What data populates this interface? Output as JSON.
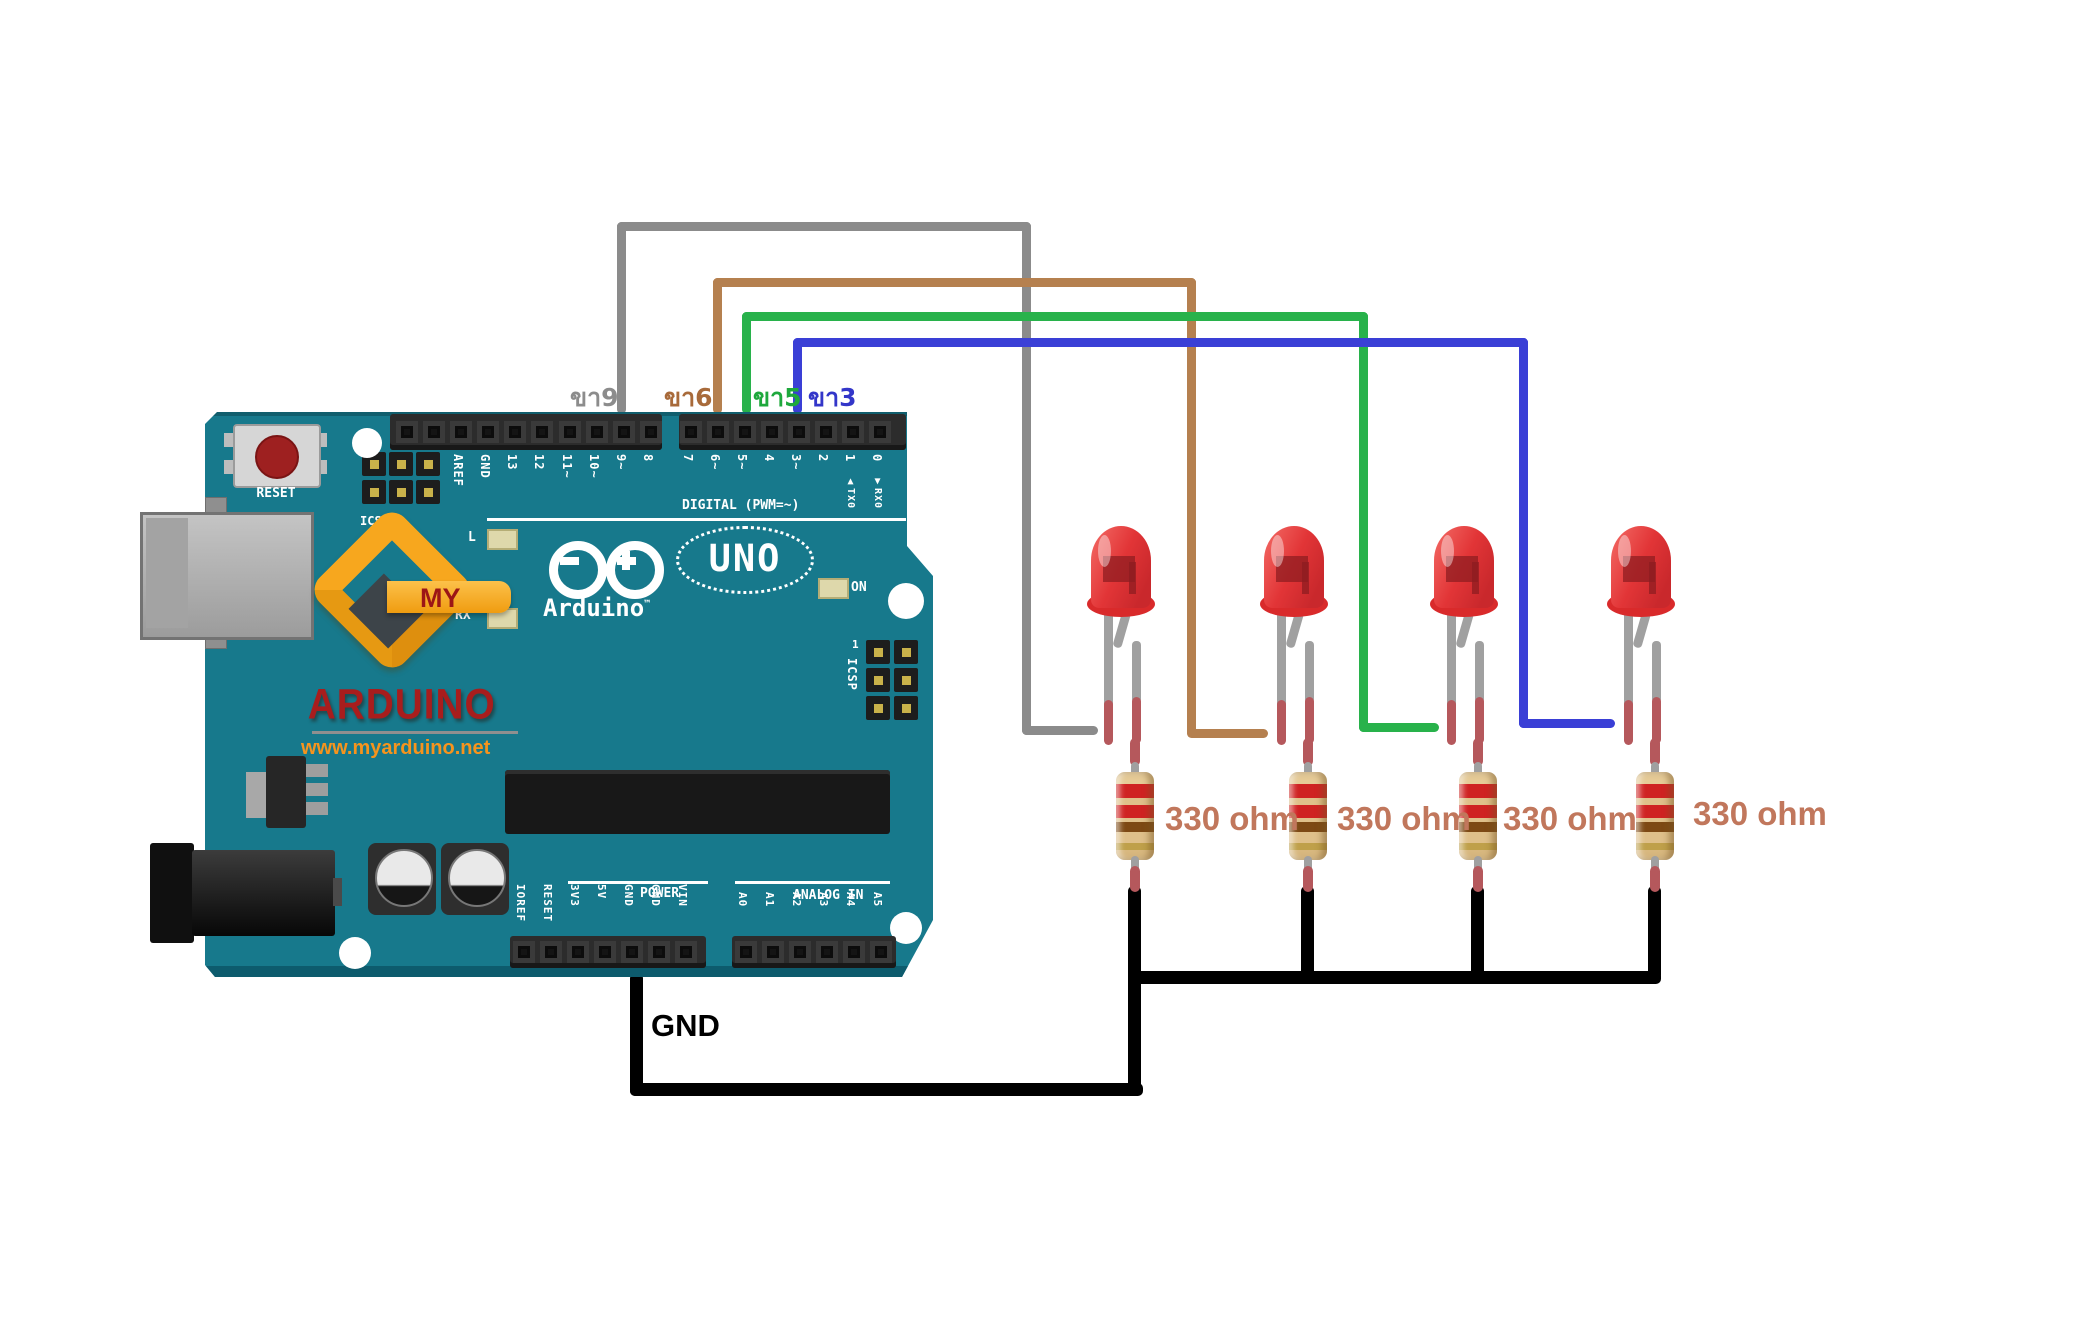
{
  "colors": {
    "board_teal": "#17798c",
    "wire_gray": "#8b8b8b",
    "wire_brown": "#b5804f",
    "wire_green": "#28b24b",
    "wire_blue": "#3a3fd6",
    "wire_black": "#000000",
    "led_red": "#e23537",
    "resistor_body": "#dfc08a",
    "label_330": "#c1775c",
    "watermark_red": "#a81d1d",
    "watermark_orange": "#f7a71e",
    "url_orange": "#f6941d"
  },
  "board": {
    "reset_label": "RESET",
    "icsp2_label": "ICSP2",
    "icsp_label": "ICSP",
    "icsp_pin1": "1",
    "digital_label": "DIGITAL (PWM=~)",
    "l_label": "L",
    "rx_label": "RX",
    "on_label": "ON",
    "uno_label": "UNO",
    "logo_text": "Arduino",
    "logo_tm": "™",
    "power_label": "POWER",
    "analog_label": "ANALOG IN",
    "top_left_pins": [
      "AREF",
      "GND",
      "13",
      "12",
      "11~",
      "10~",
      "9~",
      "8"
    ],
    "top_right_pins": [
      "7",
      "6~",
      "5~",
      "4",
      "3~",
      "2",
      "1",
      "0"
    ],
    "tx_marker": "▲TX0",
    "rx_marker": "▼RX0",
    "power_pins": [
      "IOREF",
      "RESET",
      "3V3",
      "5V",
      "GND",
      "GND",
      "VIN"
    ],
    "analog_pins": [
      "A0",
      "A1",
      "A2",
      "A3",
      "A4",
      "A5"
    ]
  },
  "watermark": {
    "my": "MY",
    "name": "ARDUINO",
    "url": "www.myarduino.net"
  },
  "wire_labels": {
    "pin9": "ขา9",
    "pin6": "ขา6",
    "pin5": "ขา5",
    "pin3": "ขา3"
  },
  "resistors": [
    {
      "label": "330 ohm"
    },
    {
      "label": "330 ohm"
    },
    {
      "label": "330 ohm"
    },
    {
      "label": "330 ohm"
    }
  ],
  "gnd_label": "GND"
}
